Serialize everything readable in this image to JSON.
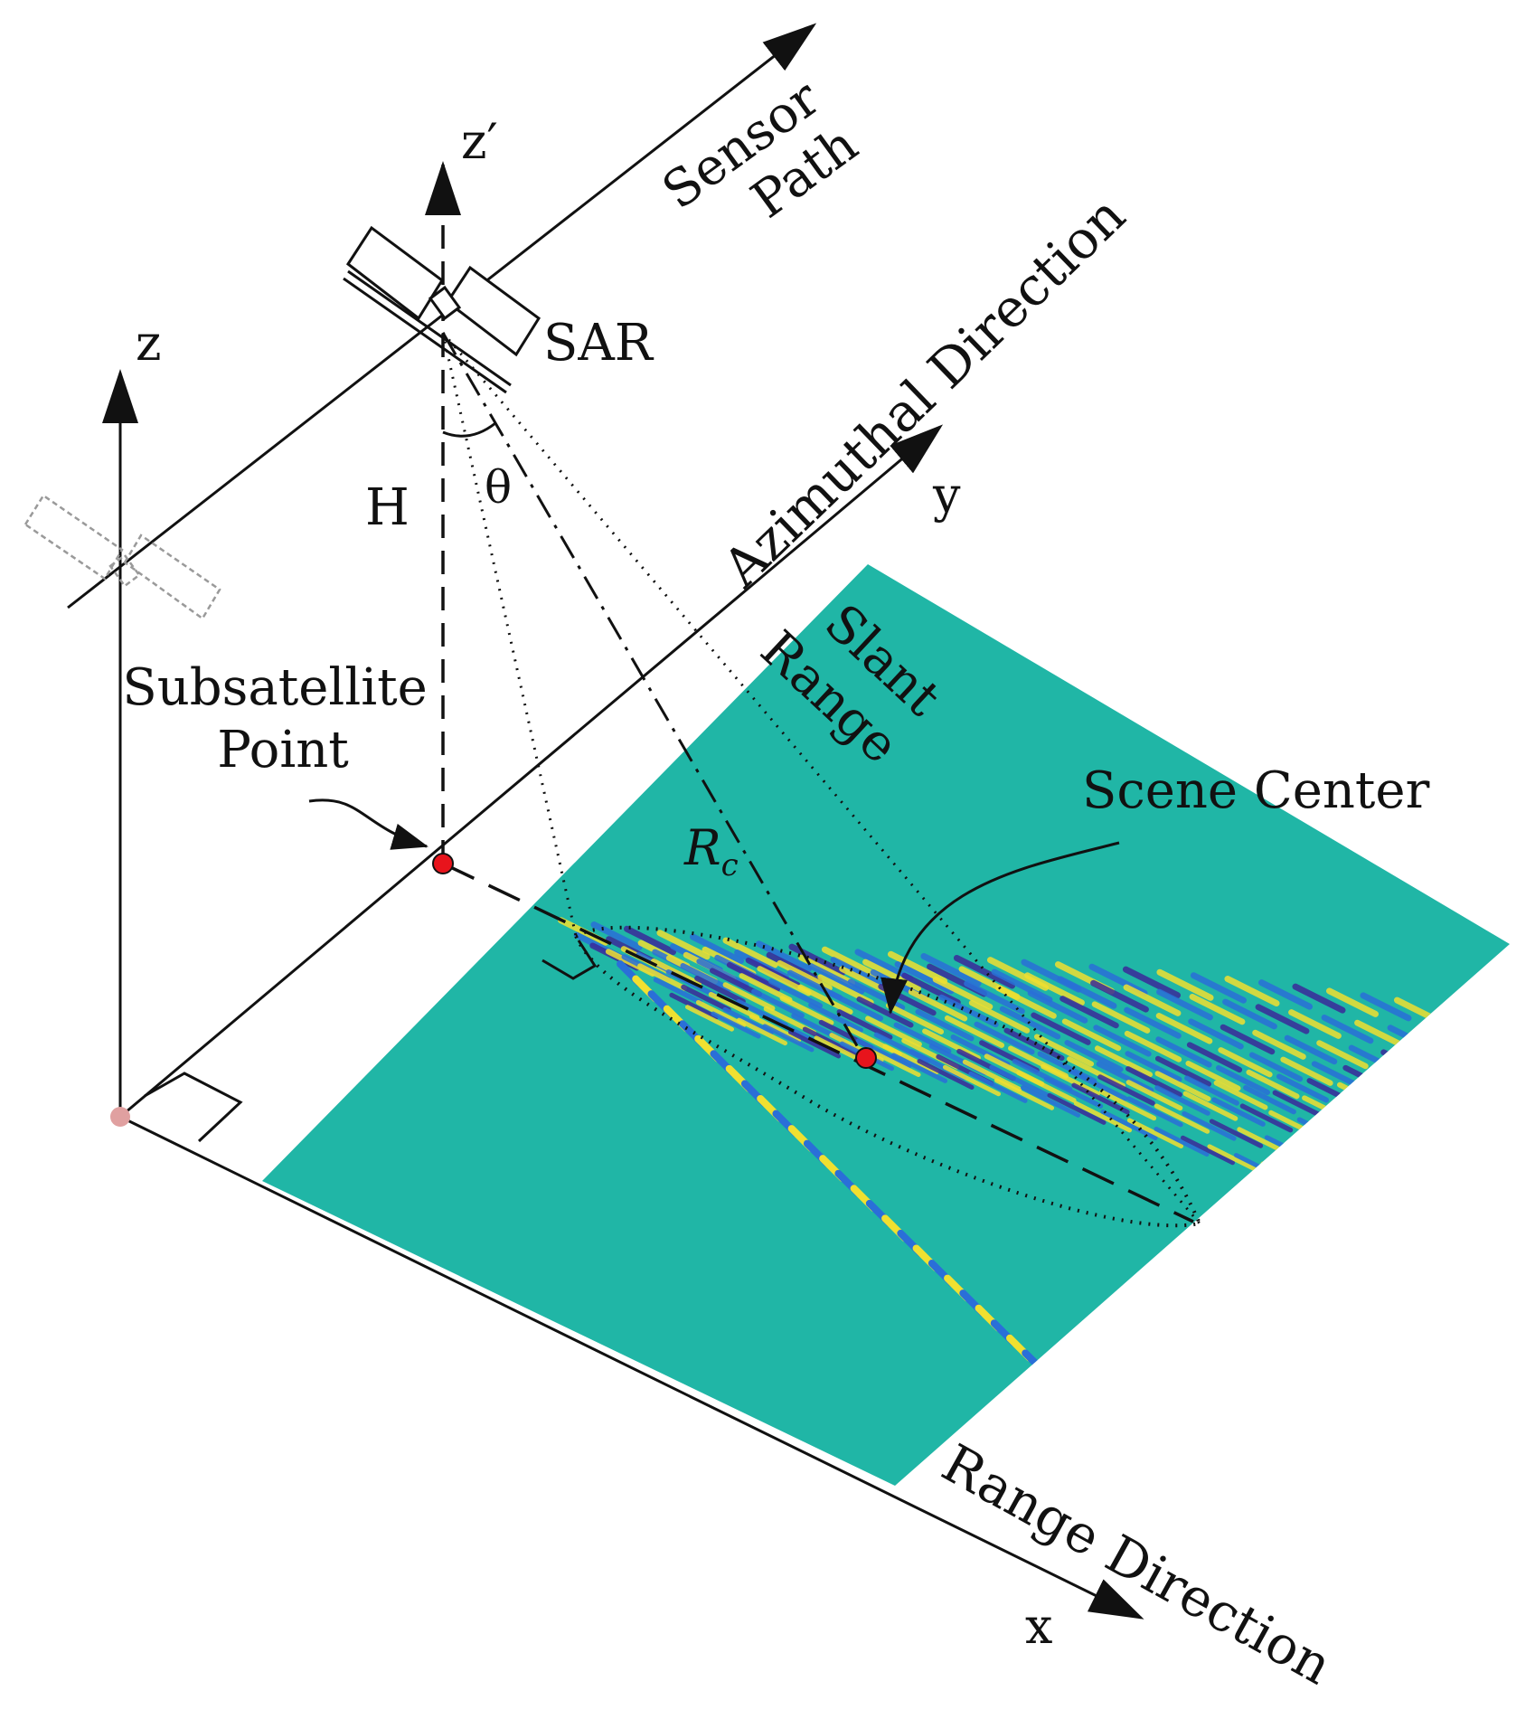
{
  "labels": {
    "sensor_path": [
      "Sensor",
      "Path"
    ],
    "azimuthal_direction": "Azimuthal Direction",
    "range_direction": "Range Direction",
    "slant_range": [
      "Slant",
      "Range"
    ],
    "scene_center": "Scene Center",
    "subsatellite_point": [
      "Subsatellite",
      "Point"
    ],
    "sar": "SAR",
    "height": "H",
    "incidence_angle": "θ",
    "slant_range_symbol": "R",
    "slant_range_subscript": "c",
    "axis_z": "z",
    "axis_z_prime": "z′",
    "axis_x": "x",
    "axis_y": "y"
  },
  "colors": {
    "line": "#111111",
    "ground_base": "#20b6a6",
    "stripe_yellow": "#f0e030",
    "stripe_blue": "#2a6fd8",
    "stripe_navy": "#3a2a9a",
    "marker": "#e8141c",
    "origin_marker": "#e0a0a0",
    "ghost_satellite": "#9a9a9a"
  }
}
